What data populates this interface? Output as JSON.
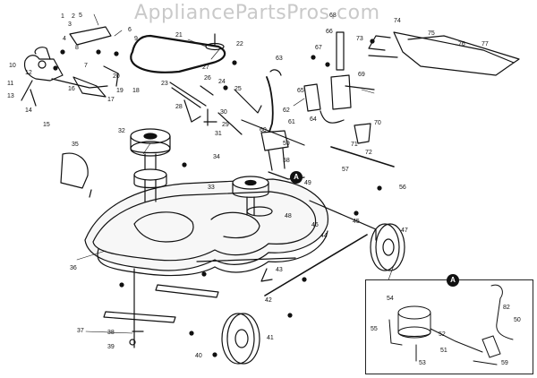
{
  "watermark": "AppliancePartsPros.com",
  "detail_marker": "A",
  "callouts": {
    "c1": "1",
    "c2": "2",
    "c3": "3",
    "c4": "4",
    "c5": "5",
    "c6": "6",
    "c7": "7",
    "c8": "8",
    "c9": "9",
    "c10": "10",
    "c11": "11",
    "c12": "12",
    "c13": "13",
    "c14": "14",
    "c15": "15",
    "c16": "16",
    "c17": "17",
    "c18": "18",
    "c19": "19",
    "c20": "20",
    "c21": "21",
    "c22": "22",
    "c23": "23",
    "c24": "24",
    "c25": "25",
    "c26": "26",
    "c27": "27",
    "c28": "28",
    "c29": "29",
    "c30": "30",
    "c31": "31",
    "c32": "32",
    "c33": "33",
    "c34": "34",
    "c35": "35",
    "c36": "36",
    "c37": "37",
    "c38": "38",
    "c39": "39",
    "c40": "40",
    "c41": "41",
    "c42": "42",
    "c43": "43",
    "c44": "44",
    "c45": "45",
    "c46": "46",
    "c47": "47",
    "c48": "48",
    "c49": "49",
    "c50": "50",
    "c51": "51",
    "c52": "52",
    "c53": "53",
    "c54": "54",
    "c55": "55",
    "c56": "56",
    "c57": "57",
    "c58": "58",
    "c59": "59",
    "c60": "60",
    "c61": "61",
    "c62": "62",
    "c63": "63",
    "c64": "64",
    "c65": "65",
    "c66": "66",
    "c67": "67",
    "c68": "68",
    "c69": "69",
    "c70": "70",
    "c71": "71",
    "c72": "72",
    "c73": "73",
    "c74": "74",
    "c75": "75",
    "c76": "76",
    "c77": "77",
    "c82": "82"
  }
}
